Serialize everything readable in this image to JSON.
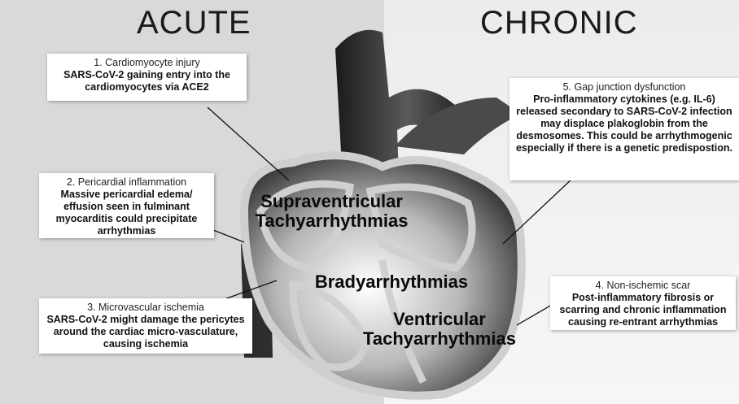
{
  "headings": {
    "left": "ACUTE",
    "right": "CHRONIC"
  },
  "boxes": [
    {
      "title": "1. Cardiomyocyte injury",
      "body": "SARS-CoV-2 gaining entry into the cardiomyocytes via ACE2"
    },
    {
      "title": "2. Pericardial inflammation",
      "body": "Massive pericardial edema/ effusion seen in fulminant myocarditis could precipitate arrhythmias"
    },
    {
      "title": "3. Microvascular ischemia",
      "body": "SARS-CoV-2 might damage the pericytes around the cardiac micro-vasculature, causing ischemia"
    },
    {
      "title": "4. Non-ischemic scar",
      "body": "Post-inflammatory fibrosis or scarring and chronic inflammation causing re-entrant arrhythmias"
    },
    {
      "title": "5. Gap junction dysfunction",
      "body": "Pro-inflammatory cytokines (e.g. IL-6) released secondary to SARS-CoV-2 infection may displace plakoglobin from the desmosomes. This could be arrhythmogenic especially if there is a genetic predispostion."
    }
  ],
  "regions": {
    "supraventricular": "Supraventricular Tachyarrhythmias",
    "brady": "Bradyarrhythmias",
    "ventricular": "Ventricular Tachyarrhythmias"
  }
}
